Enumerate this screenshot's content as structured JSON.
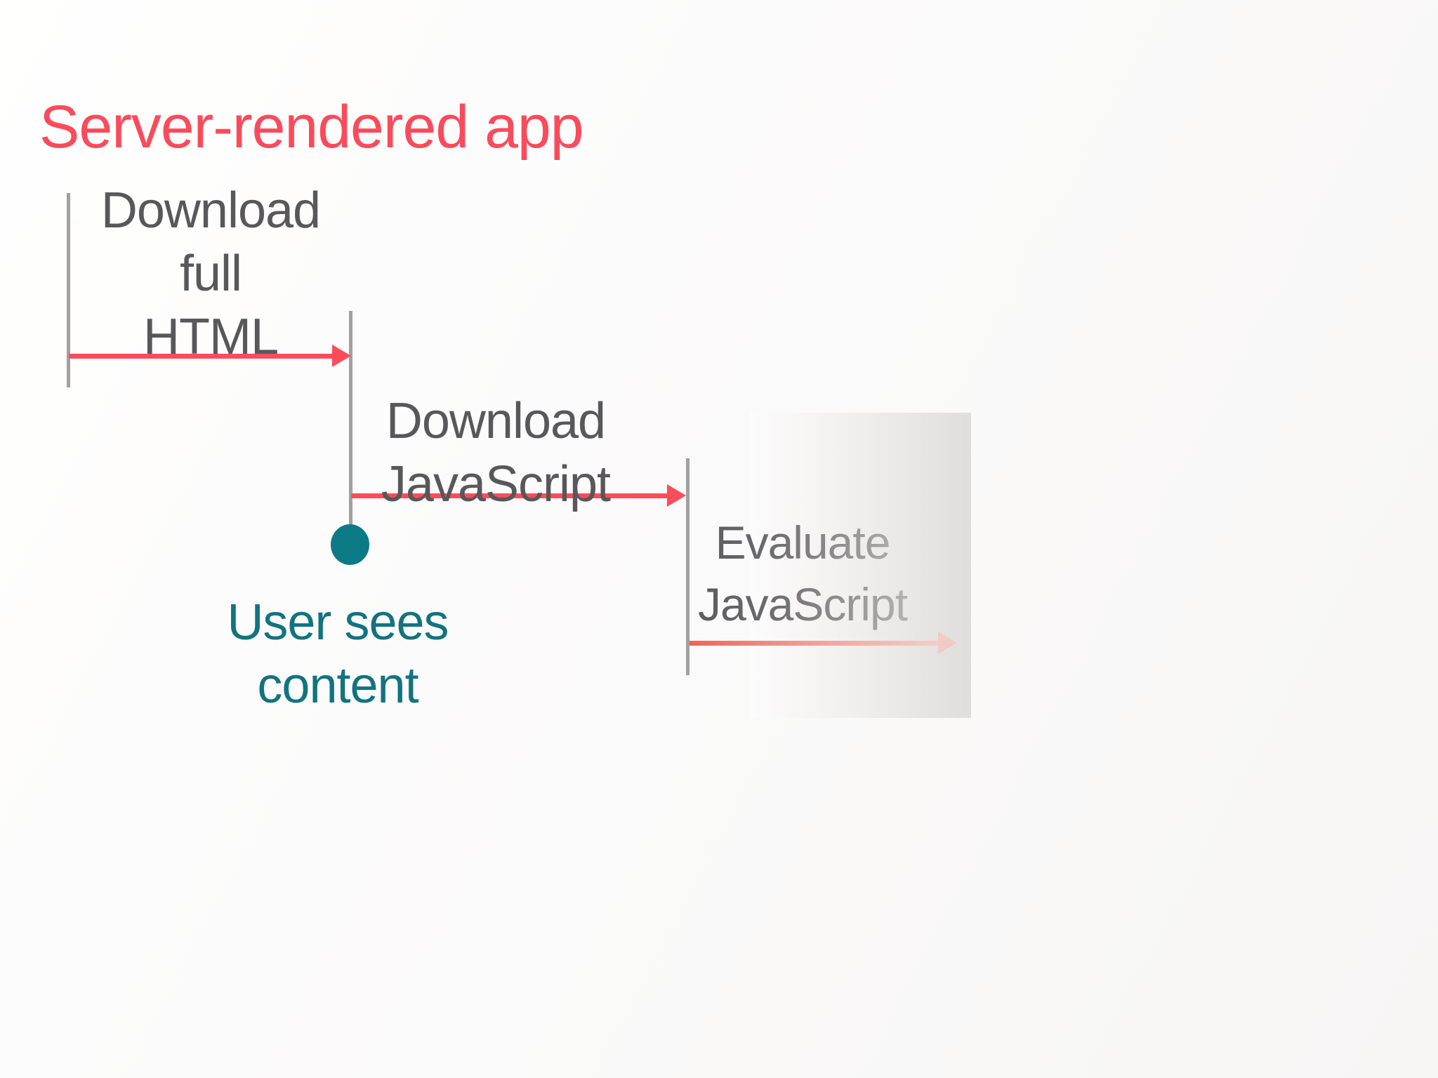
{
  "slide": {
    "title": "Server-rendered app",
    "diagram": {
      "steps": [
        {
          "id": "download-full-html",
          "label": "Download\nfull\nHTML"
        },
        {
          "id": "download-javascript",
          "label": "Download\nJavaScript"
        },
        {
          "id": "evaluate-javascript",
          "label": "Evaluate\nJavaScript"
        }
      ],
      "milestone": {
        "label": "User sees\ncontent"
      }
    },
    "colors": {
      "title": "#F94B5C",
      "arrow": "#F94D5B",
      "arrow_faded_start": "#F2625D",
      "arrow_faded_end": "#F2CDCA",
      "lifeline": "#A3A1A0",
      "step_text": "#58575A",
      "teal_dot": "#0C7A85",
      "teal_text": "#13737F",
      "evaluate_text_start": "#545356",
      "evaluate_text_end": "#C6C4C3",
      "panel_start": "#FDFCFC",
      "panel_end": "#E0DEDD"
    }
  }
}
